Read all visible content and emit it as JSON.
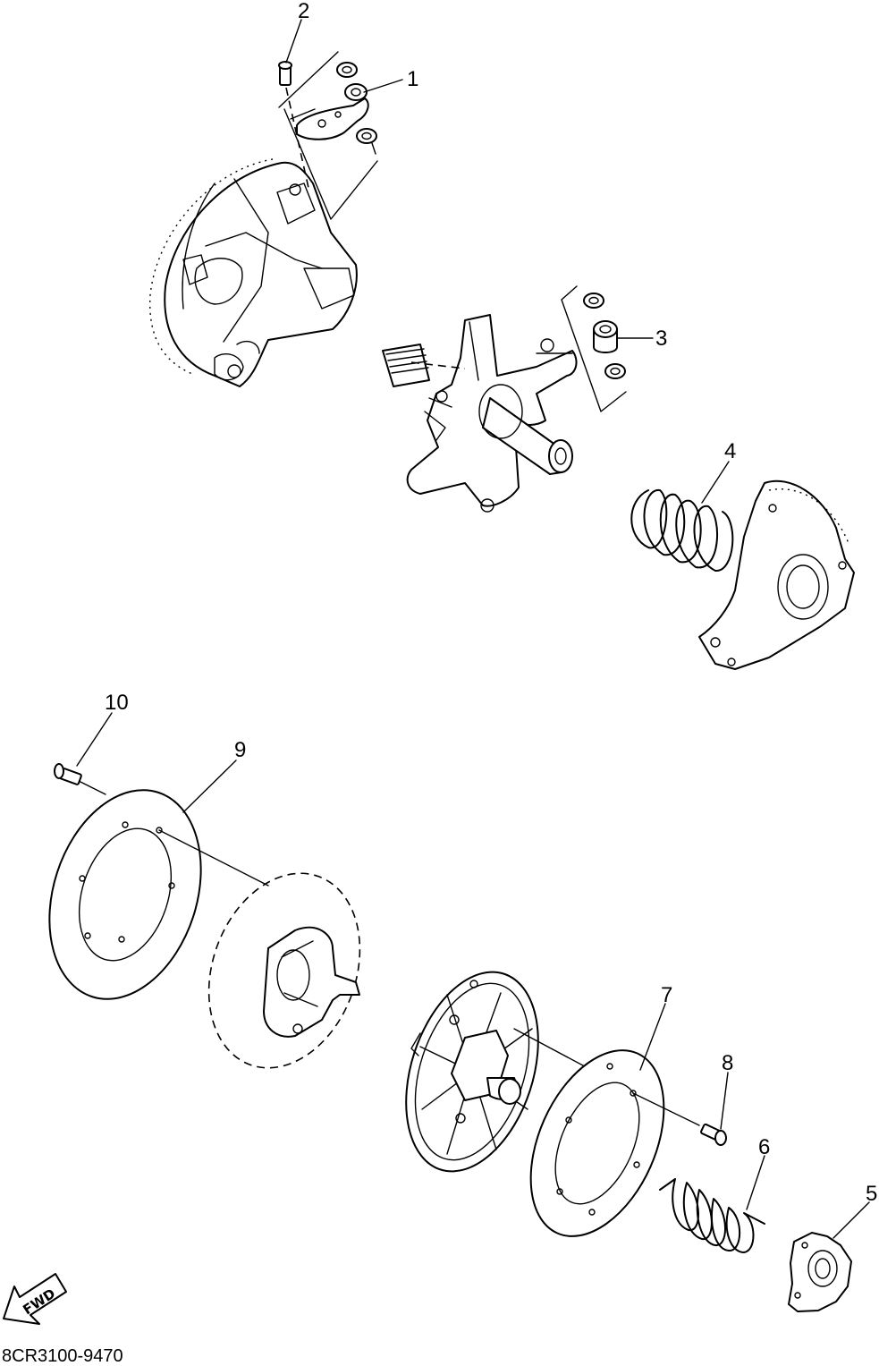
{
  "drawing_code": "8CR3100-9470",
  "fwd_label": "FWD",
  "callouts": {
    "c1": "1",
    "c2": "2",
    "c3": "3",
    "c4": "4",
    "c5": "5",
    "c6": "6",
    "c7": "7",
    "c8": "8",
    "c9": "9",
    "c10": "10"
  }
}
